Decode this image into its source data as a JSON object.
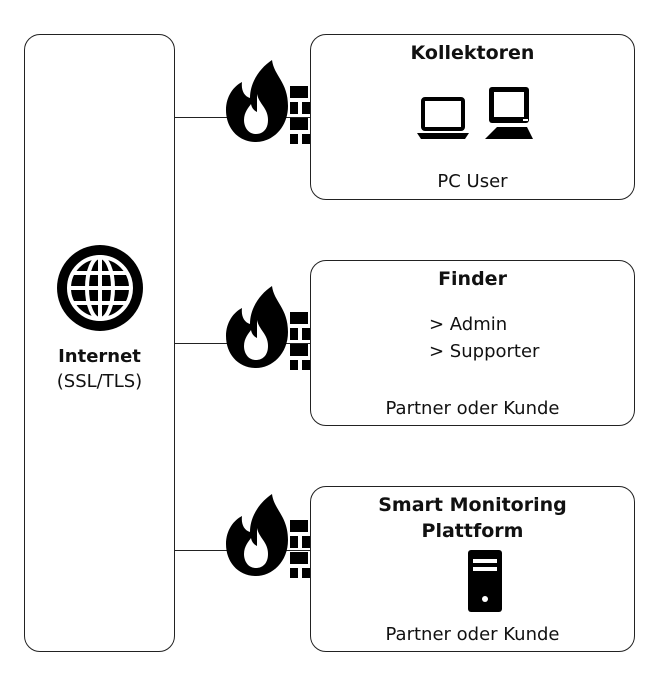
{
  "internet": {
    "title": "Internet",
    "subtitle": "(SSL/TLS)",
    "icon": "globe-icon"
  },
  "nodes": [
    {
      "title": "Kollektoren",
      "footer": "PC User",
      "icons": [
        "laptop-icon",
        "desktop-icon"
      ]
    },
    {
      "title": "Finder",
      "items": [
        "> Admin",
        "> Supporter"
      ],
      "footer": "Partner oder Kunde"
    },
    {
      "title_line1": "Smart Monitoring",
      "title_line2": "Plattform",
      "icons": [
        "server-icon"
      ],
      "footer": "Partner oder Kunde"
    }
  ],
  "firewall_icon": "firewall-icon",
  "colors": {
    "stroke": "#222222",
    "fill": "#000000",
    "background": "#ffffff"
  }
}
